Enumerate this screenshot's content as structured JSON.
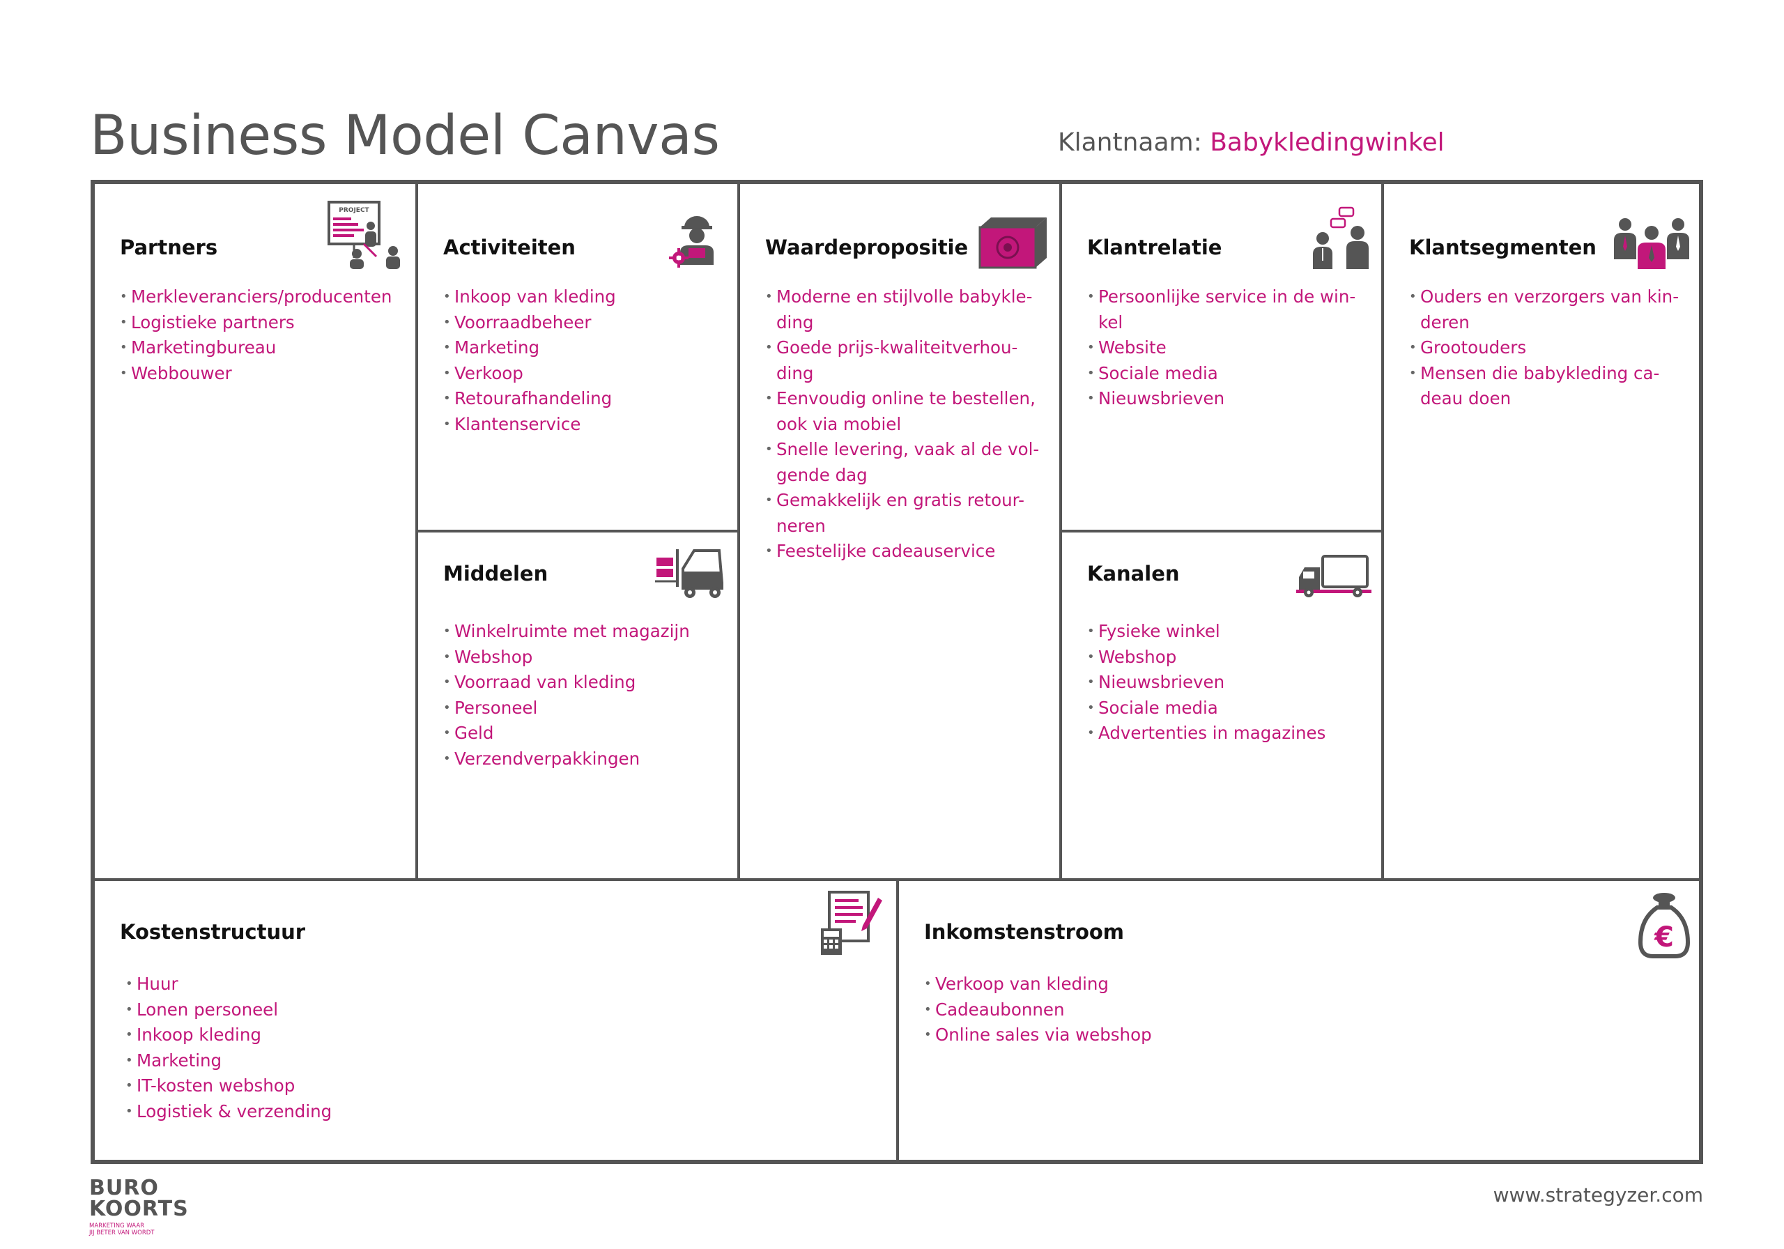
{
  "header": {
    "title": "Business Model Canvas",
    "client_label": "Klantnaam:",
    "client_value": "Babykledingwinkel"
  },
  "blocks": {
    "partners": {
      "title": "Partners",
      "items": [
        "Merkleveranciers/producenten",
        "Logistieke partners",
        "Marketingbureau",
        "Webbouwer"
      ]
    },
    "activiteiten": {
      "title": "Activiteiten",
      "items": [
        "Inkoop van kleding",
        "Voorraadbeheer",
        "Marketing",
        "Verkoop",
        "Retourafhandeling",
        "Klantenservice"
      ]
    },
    "middelen": {
      "title": "Middelen",
      "items": [
        "Winkelruimte met magazijn",
        "Webshop",
        "Voorraad van kleding",
        "Personeel",
        "Geld",
        "Verzendverpakkingen"
      ]
    },
    "waardepropositie": {
      "title": "Waardepropositie",
      "items": [
        "Moderne en stijlvolle babykle-",
        "ding",
        "Goede prijs-kwaliteitverhou-",
        "ding",
        "Eenvoudig online te bestellen,",
        "ook via mobiel",
        "Snelle levering, vaak al de vol-",
        "gende dag",
        "Gemakkelijk en gratis retour-",
        "neren",
        "Feestelijke cadeauservice"
      ]
    },
    "klantrelatie": {
      "title": "Klantrelatie",
      "items": [
        "Persoonlijke service in de win-",
        "kel",
        "Website",
        "Sociale media",
        "Nieuwsbrieven"
      ]
    },
    "kanalen": {
      "title": "Kanalen",
      "items": [
        "Fysieke winkel",
        "Webshop",
        "Nieuwsbrieven",
        "Sociale media",
        "Advertenties in magazines"
      ]
    },
    "klantsegmenten": {
      "title": "Klantsegmenten",
      "items": [
        "Ouders en verzorgers van kin-",
        "deren",
        "Grootouders",
        "Mensen die babykleding ca-",
        "deau doen"
      ]
    },
    "kostenstructuur": {
      "title": "Kostenstructuur",
      "items": [
        "Huur",
        "Lonen personeel",
        "Inkoop kleding",
        "Marketing",
        "IT-kosten webshop",
        "Logistiek & verzending"
      ]
    },
    "inkomstenstroom": {
      "title": "Inkomstenstroom",
      "items": [
        "Verkoop van kleding",
        "Cadeaubonnen",
        "Online sales via webshop"
      ]
    }
  },
  "icons": {
    "partners": "project-presentation-icon",
    "activiteiten": "worker-gear-icon",
    "middelen": "forklift-icon",
    "waardepropositie": "gift-box-icon",
    "klantrelatie": "conversation-icon",
    "kanalen": "delivery-truck-icon",
    "klantsegmenten": "people-group-icon",
    "kostenstructuur": "invoice-calculator-icon",
    "inkomstenstroom": "euro-moneybag-icon",
    "partners_icon_text": "PROJECT"
  },
  "footer": {
    "logo_line1": "BURO",
    "logo_line2": "KOORTS",
    "logo_tag1": "MARKETING WAAR",
    "logo_tag2": "JIJ BETER VAN WORDT",
    "url": "www.strategyzer.com"
  },
  "colors": {
    "accent": "#c2177a",
    "grey": "#555555"
  }
}
